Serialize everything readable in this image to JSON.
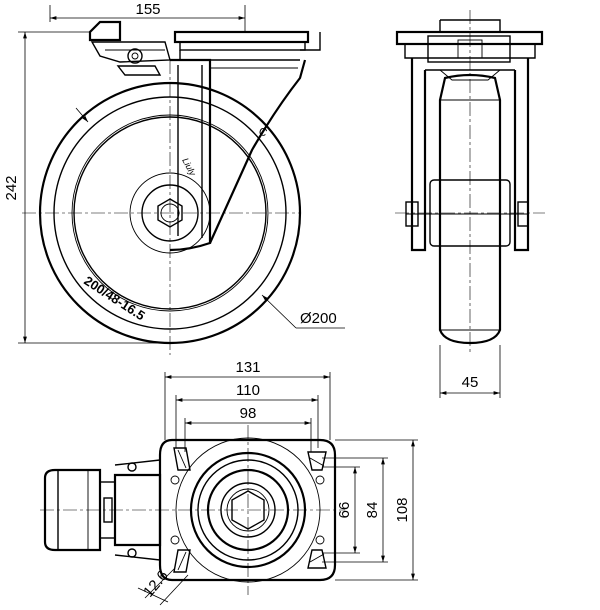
{
  "dimensions": {
    "top_plate_width": "155",
    "overall_height": "242",
    "wheel_diameter": "Ø200",
    "wheel_width": "45",
    "plate_length": "131",
    "plate_hole_length": "110",
    "plate_hole_spacing_inner": "98",
    "plate_width": "108",
    "plate_hole_width": "84",
    "plate_hole_width_inner": "66",
    "bolt_hole_size": "12.6"
  },
  "wheel_marking": "200/48-16.5",
  "brand_marking": "Liuly"
}
